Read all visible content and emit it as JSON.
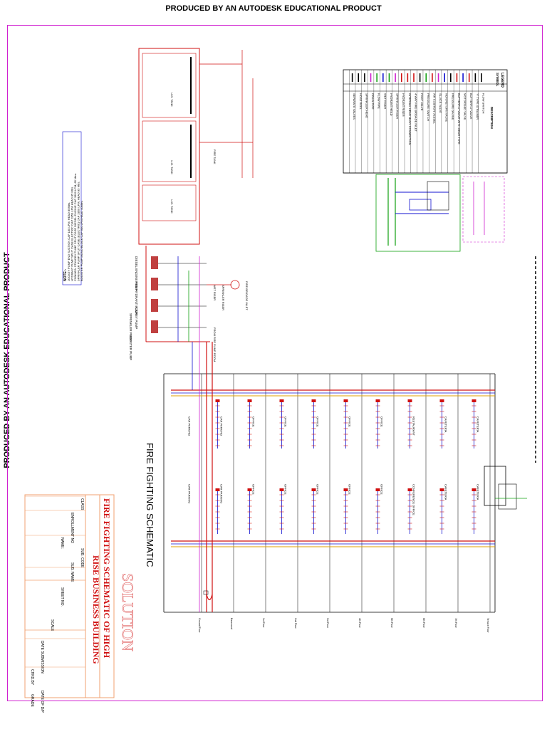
{
  "banners": {
    "top": "PRODUCED BY AN AUTODESK EDUCATIONAL PRODUCT",
    "left": "PRODUCED BY AN AUTODESK EDUCATIONAL PRODUCT"
  },
  "drawing": {
    "schematic_title": "FIRE FIGHTING SCHEMATIC",
    "solution_stamp": "SOLUTION",
    "project_title_line1": "FIRE FIGHTING SCHEMATIC OF HIGH",
    "project_title_line2": "RISE BUSINESS BUILDING"
  },
  "title_block": {
    "rows": [
      {
        "left": "CLASS",
        "right": "SUB. CODE"
      },
      {
        "left": "ENROLLMENT NO",
        "right": "SUB. NAME"
      },
      {
        "left": "NAME:",
        "right": "SHEET NO."
      },
      {
        "left": "",
        "right": "SCALE"
      },
      {
        "left": "DATE SUBMISSION",
        "right": "DATE OF D/P"
      },
      {
        "left": "CHKD.BY",
        "right": "GRADE"
      }
    ]
  },
  "notes": {
    "heading": "NOTE:-",
    "items": [
      "JOCKEY PUMP END SUCTION CAP 180 LPM, HEAD 85Mtrs.",
      "HYDRANT PUMP SPLIT CASE ELECTRIC CAP 2850 LPM HEAD 85 Mtrs.",
      "COMMON STANDBY PUMP SPLIT CASE DIESEL ENGINE CAP 2850 LPM, 85 Mtrs.",
      "SPRINKLER PUMP SPLIT CASE (ELECTRIC) CAP 2850 LPM, HEAD 85 Mtrs.",
      "BOOSTER PUMP MONO BLOCK CAP 900 LPM HEAD 40Mtrs."
    ]
  },
  "legend": {
    "heading": "LEGEND",
    "col_symbol": "SYMBOL",
    "col_desc": "DESCRIPTION",
    "rows": [
      {
        "desc": "FLOW SWITCH",
        "color": "#000000"
      },
      {
        "desc": "'Y' TYPE STRAINER",
        "color": "#000000"
      },
      {
        "desc": "BUTTERFLY VALVE",
        "color": "#d01010"
      },
      {
        "desc": "MOTORISED VALVE",
        "color": "#1010d0"
      },
      {
        "desc": "BUTTERFLY VALVE WITH GEAR TYPE",
        "color": "#d01010"
      },
      {
        "desc": "PRESSURE GAUGE",
        "color": "#000000"
      },
      {
        "desc": "NON RETURN VALVE",
        "color": "#1010d0"
      },
      {
        "desc": "SLUICE VALVE",
        "color": "#d020d0"
      },
      {
        "desc": "AIR CUSHION VESSEL",
        "color": "#d01010"
      },
      {
        "desc": "PRESSURE SWITCH",
        "color": "#10a010"
      },
      {
        "desc": "FOOT VALVE",
        "color": "#000000"
      },
      {
        "desc": "4 WAY FIRE BRIGADE INLET",
        "color": "#d01010"
      },
      {
        "desc": "INTERNAL HEAD MANY CONNECTION",
        "color": "#d01010"
      },
      {
        "desc": "HYDRANT RISER",
        "color": "#d01010"
      },
      {
        "desc": "SPRINKLER RISER",
        "color": "#d020d0"
      },
      {
        "desc": "HYDRANT HEAD",
        "color": "#10a010"
      },
      {
        "desc": "WET RISER",
        "color": "#1010d0"
      },
      {
        "desc": "FLOW PIPE",
        "color": "#10a010"
      },
      {
        "desc": "DRAIN PIPE",
        "color": "#d020d0"
      },
      {
        "desc": "SPRINKLER HEAD",
        "color": "#000000"
      },
      {
        "desc": "HOSE REEL",
        "color": "#000000"
      },
      {
        "desc": "SEPARATE VALVES",
        "color": "#000000"
      }
    ]
  },
  "tanks": {
    "labels": [
      "U.G. TANK",
      "U.G. TANK",
      "U.G. TANK"
    ],
    "sump_label": "FIRE TANK"
  },
  "pumps": {
    "labels": [
      "DIESEL ENGINE PUMP",
      "FIRE HYDRANT PUMP",
      "JOCKEY PUMP",
      "SPRINKLER PUMP",
      "BOOSTER PUMP"
    ],
    "callouts": [
      "FIRE BRIGADE INLET",
      "WET RISER",
      "SPRINKLER RISER",
      "FROM FIRE PUMP ROOM"
    ]
  },
  "floors": {
    "left_zone": [
      "CAR PARKING",
      "CAR PARKING",
      "OFFICE",
      "OFFICE",
      "OFFICE",
      "OFFICE",
      "OFFICE",
      "RESTAURANT",
      "CAFETERIA",
      "CAFETERIA"
    ],
    "right_zone": [
      "CAR PARKING",
      "CAR PARKING",
      "OFFICE",
      "OFFICE",
      "OFFICE",
      "OFFICE",
      "OFFICE",
      "CONFERENCE OFFICE",
      "CAFETERIA",
      "CAFETERIA"
    ],
    "levels": [
      "Ground Floor",
      "Basement",
      "1st Floor",
      "2nd Floor",
      "3rd Floor",
      "4th Floor",
      "5th Floor",
      "6th Floor",
      "7th Floor",
      "Terrace Floor"
    ]
  },
  "colors": {
    "frame": "#d020d0",
    "hydrant": "#d01010",
    "sprinkler": "#d020d0",
    "wet_riser": "#1010d0",
    "drain": "#10a010",
    "title_red": "#d01010",
    "title_border": "#f0a070"
  }
}
